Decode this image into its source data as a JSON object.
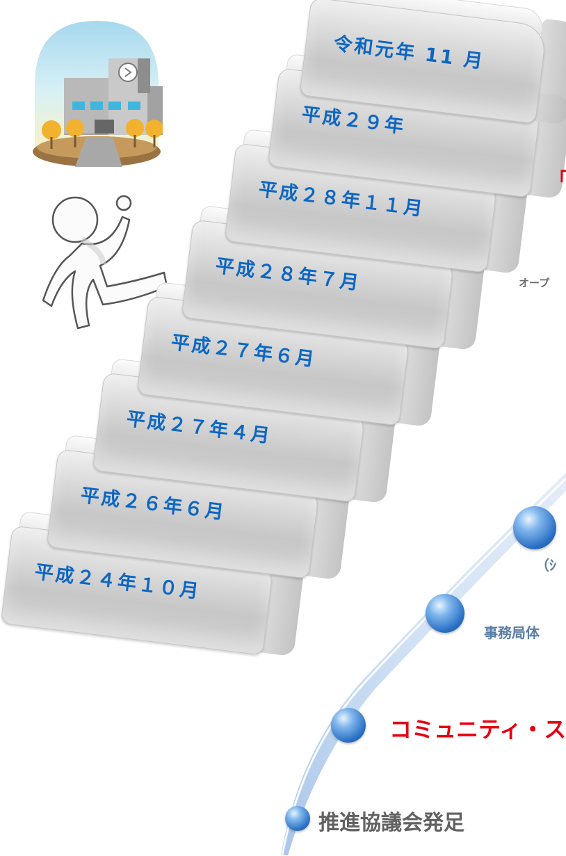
{
  "steps": [
    {
      "label": "令和元年 11 月"
    },
    {
      "label": "平成２９年"
    },
    {
      "label": "平成２８年１１月"
    },
    {
      "label": "平成２８年７月"
    },
    {
      "label": "平成２７年６月"
    },
    {
      "label": "平成２７年４月"
    },
    {
      "label": "平成２６年６月"
    },
    {
      "label": "平成２４年１０月"
    }
  ],
  "events": {
    "bracket_red": "「",
    "open_gray": "オープ",
    "paren_gray": "（ｼ",
    "secretariat": "事務局体",
    "community_school": "コミュニティ・ス",
    "council": "推進協議会発足"
  },
  "colors": {
    "step_label": "#0d66c2",
    "highlight_red": "#e60012",
    "muted_gray": "#6b6b6b",
    "muted_blue": "#5b7fa6"
  },
  "icons": [
    "school-building-icon",
    "running-figure-icon",
    "timeline-ball-icon"
  ]
}
